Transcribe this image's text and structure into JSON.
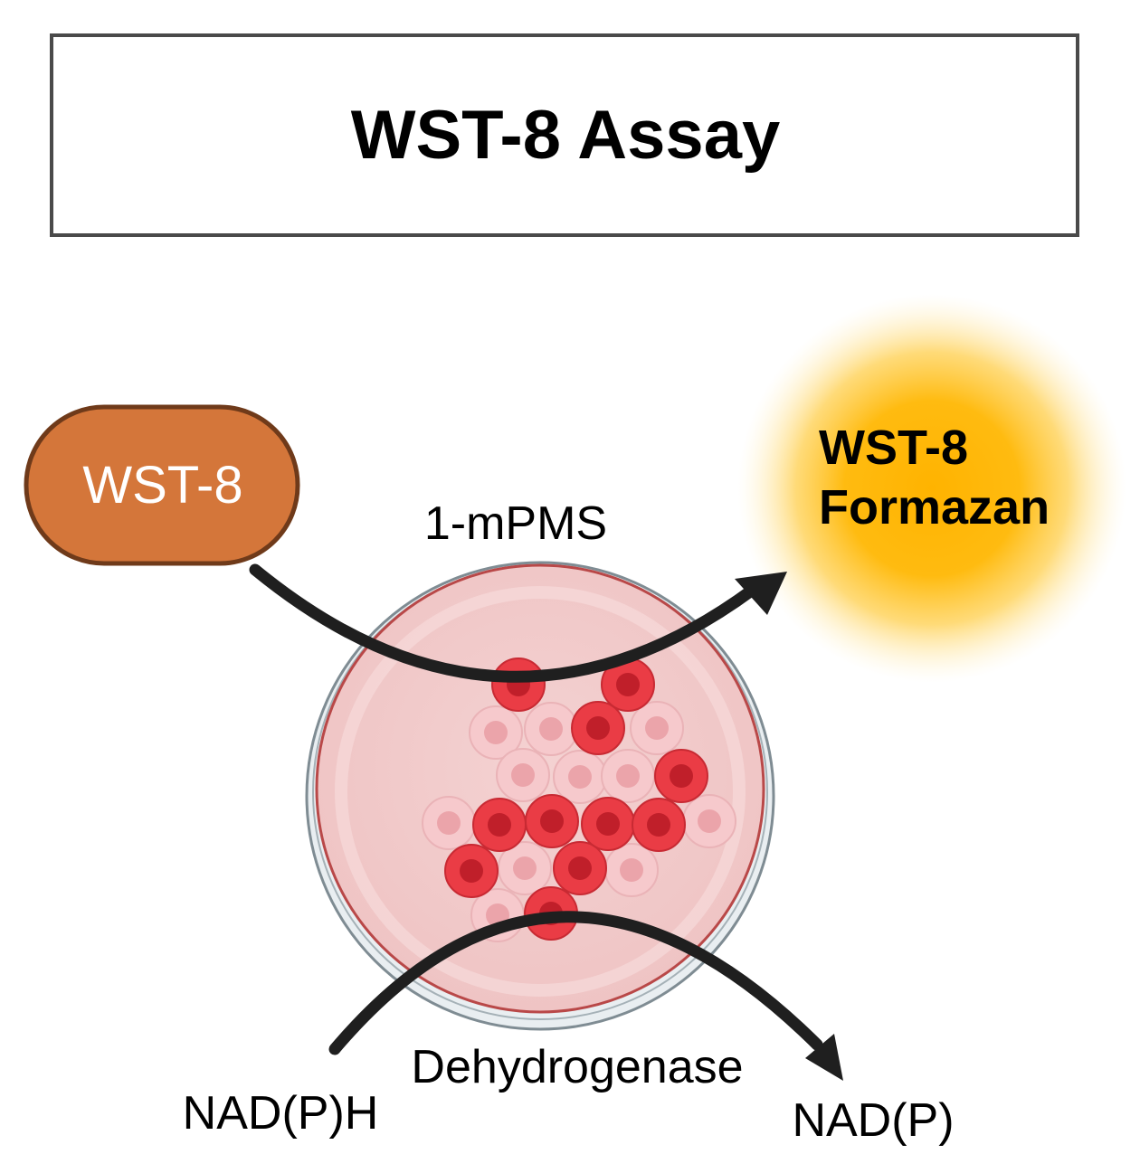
{
  "title": "WST-8 Assay",
  "reagent": {
    "label": "WST-8",
    "fill": "#d4763a",
    "stroke": "#6f3a1a"
  },
  "product": {
    "line1": "WST-8",
    "line2": "Formazan",
    "glow": "#ffb300"
  },
  "mediator": {
    "label": "1-mPMS"
  },
  "enzyme": {
    "label": "Dehydrogenase"
  },
  "cofactor_in": {
    "label": "NAD(P)H"
  },
  "cofactor_out": {
    "label": "NAD(P)"
  },
  "colors": {
    "dish_rim": "#7f8c93",
    "dish_medium": "#f2cccc",
    "dish_inner_rim": "#b94848",
    "cell_active": "#ea3c45",
    "cell_active_nucleus": "#c01f2a",
    "cell_inactive": "#f6c9cc",
    "cell_inactive_nucleus": "#eba4aa",
    "arrow": "#1f1f1f"
  },
  "icons": {
    "dish": "petri-dish-icon",
    "cell": "cell-icon",
    "arrow": "arrow-icon"
  }
}
